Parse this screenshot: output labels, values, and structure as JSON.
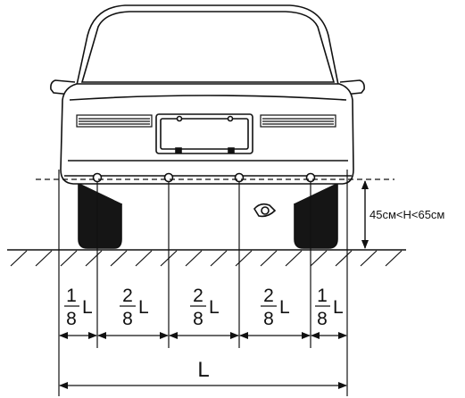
{
  "height_range_label": "45см<H<65см",
  "total_width_label": "L",
  "segments": [
    {
      "numerator": "1",
      "denominator": "8",
      "unit": "L"
    },
    {
      "numerator": "2",
      "denominator": "8",
      "unit": "L"
    },
    {
      "numerator": "2",
      "denominator": "8",
      "unit": "L"
    },
    {
      "numerator": "2",
      "denominator": "8",
      "unit": "L"
    },
    {
      "numerator": "1",
      "denominator": "8",
      "unit": "L"
    }
  ]
}
